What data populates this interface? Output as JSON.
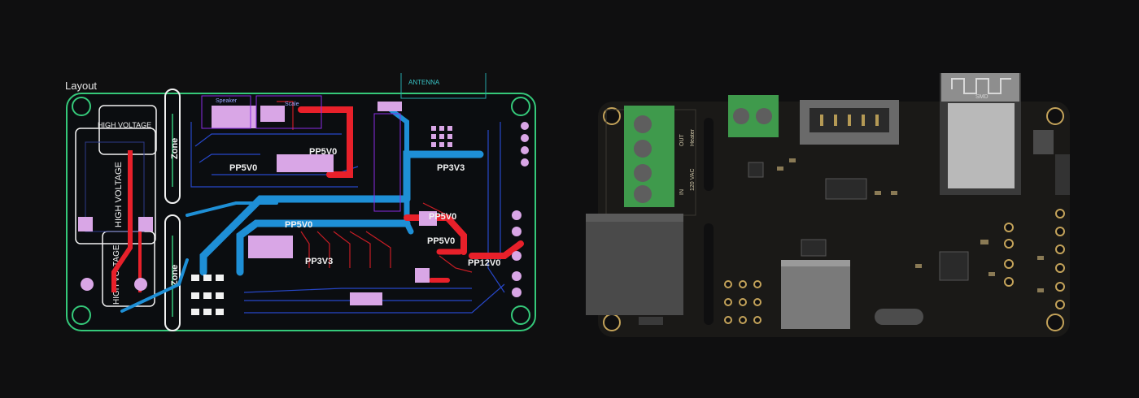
{
  "layout_panel": {
    "title": "Layout",
    "labels": {
      "antenna": "ANTENNA",
      "zone_top": "Zone",
      "zone_bottom": "Zone",
      "high_voltage_1": "HIGH VOLTAGE",
      "high_voltage_2": "HIGH VOLTAGE",
      "high_voltage_3": "HIGH VOLTAGE",
      "speaker": "Speaker",
      "scale": "Scale",
      "pp5v0_top": "PP5V0",
      "pp5v0_left": "PP5V0",
      "pp5v0_mid": "PP5V0",
      "pp5v0_right1": "PP5V0",
      "pp5v0_right2": "PP5V0",
      "pp3v3_top": "PP3V3",
      "pp3v3_bottom": "PP3V3",
      "pp12v0": "PP12V0"
    }
  },
  "render_panel": {
    "labels": {
      "heater": "Heater",
      "in": "IN",
      "out": "OUT",
      "vac": "120 VAC",
      "smd": "SMD"
    }
  },
  "colors": {
    "background": "#0f0f10",
    "board_outline": "#35c97a",
    "trace_blue": "#1e8fd6",
    "trace_red": "#e8202a",
    "silk_white": "#f2f2f2",
    "pad_pink": "#d9a6e6",
    "board_render": "#1a1917",
    "terminal_green": "#3f9a4c"
  }
}
